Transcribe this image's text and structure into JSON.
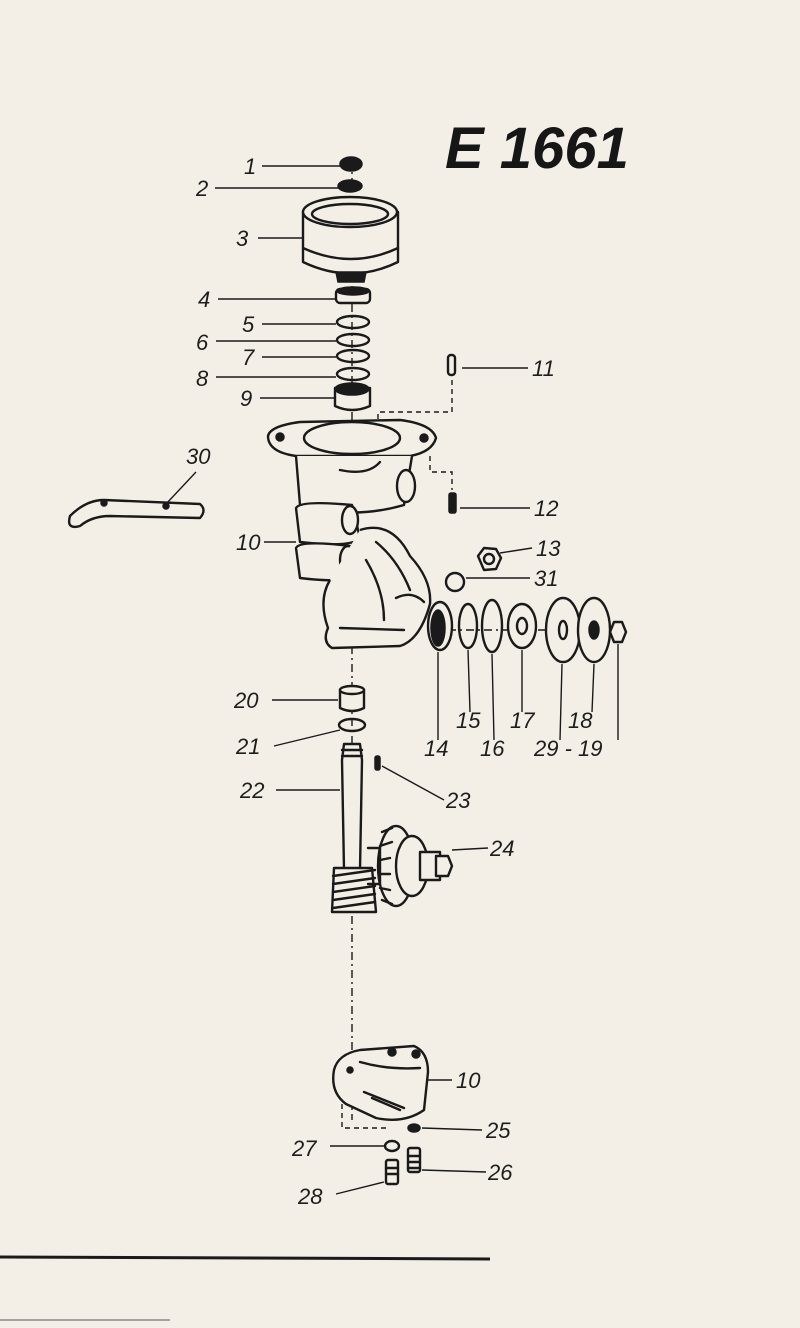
{
  "title": "E 1661",
  "callouts": [
    {
      "id": "c1",
      "text": "1"
    },
    {
      "id": "c2",
      "text": "2"
    },
    {
      "id": "c3",
      "text": "3"
    },
    {
      "id": "c4",
      "text": "4"
    },
    {
      "id": "c5",
      "text": "5"
    },
    {
      "id": "c6",
      "text": "6"
    },
    {
      "id": "c7",
      "text": "7"
    },
    {
      "id": "c8",
      "text": "8"
    },
    {
      "id": "c9",
      "text": "9"
    },
    {
      "id": "c10a",
      "text": "10"
    },
    {
      "id": "c10b",
      "text": "10"
    },
    {
      "id": "c11",
      "text": "11"
    },
    {
      "id": "c12",
      "text": "12"
    },
    {
      "id": "c13",
      "text": "13"
    },
    {
      "id": "c14",
      "text": "14"
    },
    {
      "id": "c15",
      "text": "15"
    },
    {
      "id": "c16",
      "text": "16"
    },
    {
      "id": "c17",
      "text": "17"
    },
    {
      "id": "c18",
      "text": "18"
    },
    {
      "id": "c19",
      "text": "29 - 19"
    },
    {
      "id": "c20",
      "text": "20"
    },
    {
      "id": "c21",
      "text": "21"
    },
    {
      "id": "c22",
      "text": "22"
    },
    {
      "id": "c23",
      "text": "23"
    },
    {
      "id": "c24",
      "text": "24"
    },
    {
      "id": "c25",
      "text": "25"
    },
    {
      "id": "c26",
      "text": "26"
    },
    {
      "id": "c27",
      "text": "27"
    },
    {
      "id": "c28",
      "text": "28"
    },
    {
      "id": "c30",
      "text": "30"
    },
    {
      "id": "c31",
      "text": "31"
    }
  ]
}
